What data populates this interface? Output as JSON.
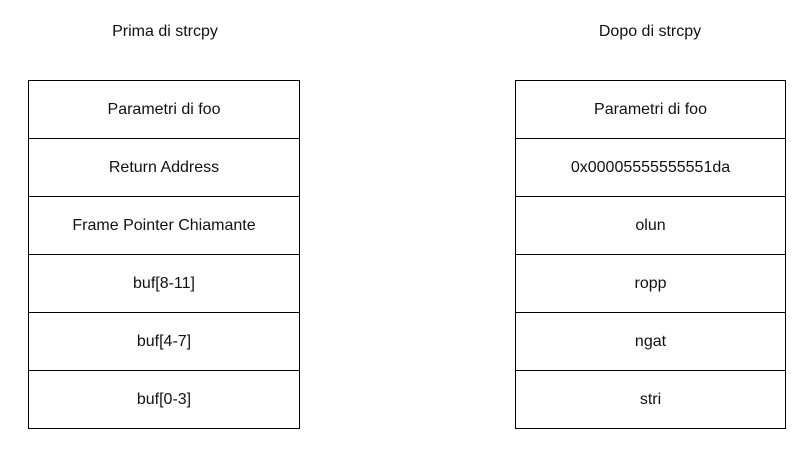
{
  "before": {
    "title": "Prima di strcpy",
    "cells": [
      "Parametri di foo",
      "Return Address",
      "Frame Pointer Chiamante",
      "buf[8-11]",
      "buf[4-7]",
      "buf[0-3]"
    ]
  },
  "after": {
    "title": "Dopo di strcpy",
    "cells": [
      "Parametri di foo",
      "0x00005555555551da",
      "olun",
      "ropp",
      "ngat",
      "stri"
    ]
  }
}
